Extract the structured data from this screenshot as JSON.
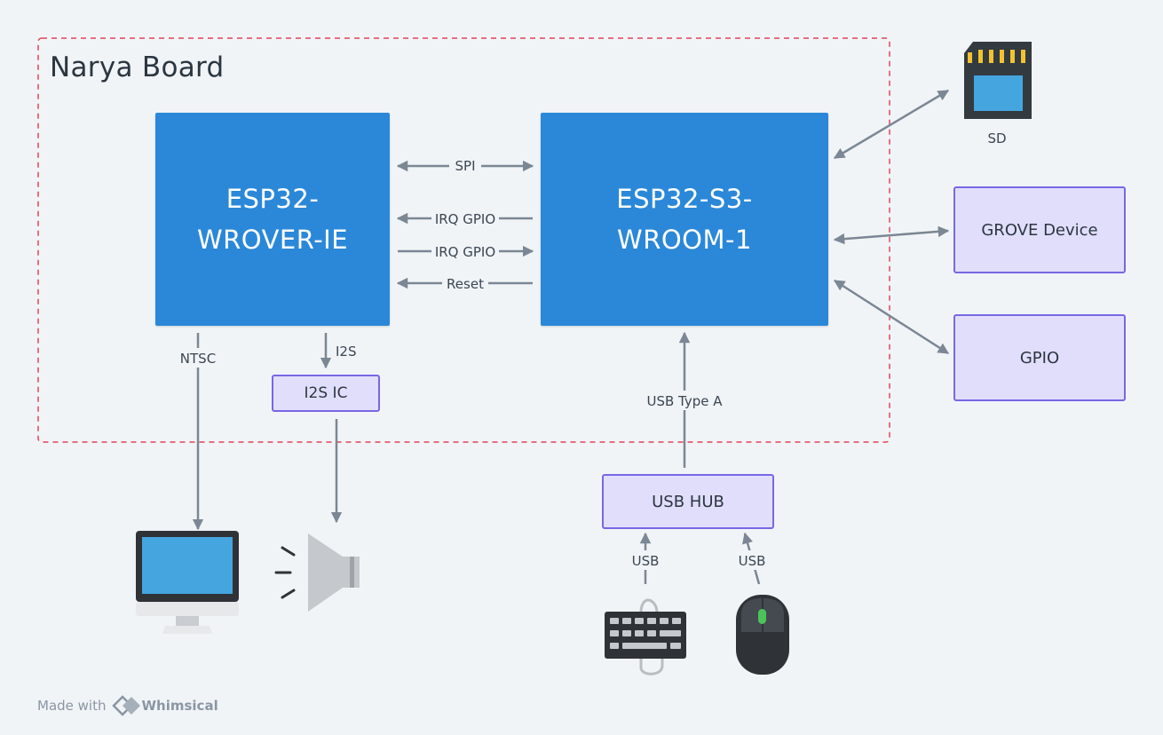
{
  "board": {
    "title": "Narya Board"
  },
  "chips": {
    "wrover": "ESP32-\nWROVER-IE",
    "s3": "ESP32-S3-\nWROOM-1"
  },
  "boxes": {
    "i2s_ic": "I2S IC",
    "grove": "GROVE Device",
    "gpio": "GPIO",
    "usb_hub": "USB HUB"
  },
  "connections": {
    "spi": "SPI",
    "irq_gpio_1": "IRQ GPIO",
    "irq_gpio_2": "IRQ GPIO",
    "reset": "Reset",
    "ntsc": "NTSC",
    "i2s": "I2S",
    "usb_type_a": "USB Type A",
    "usb_keyboard": "USB",
    "usb_mouse": "USB"
  },
  "devices": {
    "sd": "SD"
  },
  "footer": {
    "made_with": "Made with",
    "brand": "Whimsical"
  },
  "colors": {
    "chip": "#2b88d8",
    "box_fill": "#e1defc",
    "box_border": "#7867e6",
    "arrow": "#7b8794",
    "board_border": "#e0445a",
    "background": "#f1f4f7"
  },
  "icons": [
    "sd-card-icon",
    "monitor-icon",
    "speaker-icon",
    "keyboard-icon",
    "mouse-icon",
    "whimsical-logo-icon"
  ]
}
